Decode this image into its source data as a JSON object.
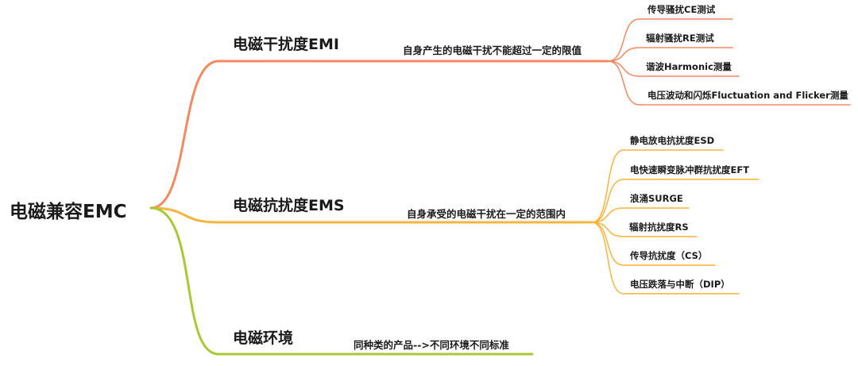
{
  "colors": {
    "emi": "#F4895F",
    "ems": "#F8B43C",
    "env": "#A9C934"
  },
  "root": {
    "label": "电磁兼容EMC"
  },
  "branches": [
    {
      "label": "电磁干扰度EMI",
      "description": "自身产生的电磁干扰不能超过一定的限值",
      "children": [
        "传导骚扰CE测试",
        "辐射骚扰RE测试",
        "谐波Harmonic测量",
        "电压波动和闪烁Fluctuation and Flicker测量"
      ]
    },
    {
      "label": "电磁抗扰度EMS",
      "description": "自身承受的电磁干扰在一定的范围内",
      "children": [
        "静电放电抗扰度ESD",
        "电快速瞬变脉冲群抗扰度EFT",
        "浪涌SURGE",
        "辐射抗扰度RS",
        "传导抗扰度（CS）",
        "电压跌落与中断（DIP）"
      ]
    },
    {
      "label": "电磁环境",
      "description": "同种类的产品-->不同环境不同标准",
      "children": []
    }
  ]
}
